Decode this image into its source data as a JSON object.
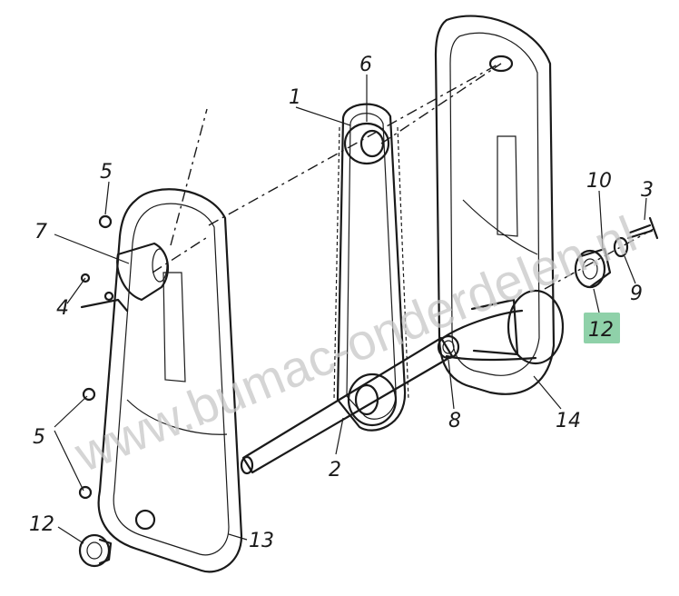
{
  "watermark": "www.bumac-onderdelen.nl",
  "colors": {
    "highlight": "#8fd1a9",
    "ink": "#1a1a1a",
    "watermark": "#c8c8c8"
  },
  "labels": {
    "l1": "1",
    "l2": "2",
    "l3": "3",
    "l4": "4",
    "l5a": "5",
    "l5b": "5",
    "l6": "6",
    "l7": "7",
    "l8": "8",
    "l9": "9",
    "l10": "10",
    "l12a": "12",
    "l12b": "12",
    "l13": "13",
    "l14": "14"
  }
}
